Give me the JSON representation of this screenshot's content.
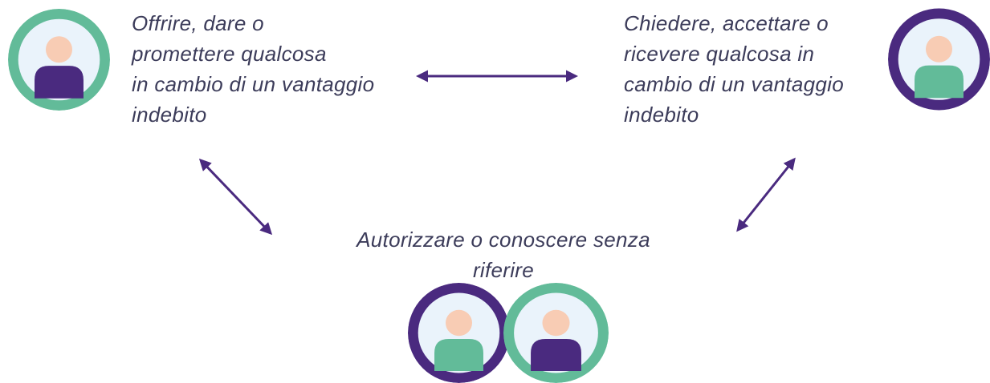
{
  "colors": {
    "purple": "#4a2a7f",
    "green": "#62bb99",
    "skin": "#f8ccb4",
    "avatar_bg": "#eaf3fb",
    "text": "#3c3c5a"
  },
  "icons": {
    "giver": "person-icon",
    "receiver": "person-icon",
    "authorizers": [
      "person-icon",
      "person-icon"
    ]
  },
  "captions": {
    "offer": {
      "lines": [
        "Offrire, dare o",
        "promettere qualcosa",
        "in cambio di un vantaggio",
        "indebito"
      ]
    },
    "request": {
      "lines": [
        "Chiedere, accettare o",
        "ricevere qualcosa in",
        "cambio di un vantaggio",
        "indebito"
      ]
    },
    "authorize": {
      "lines": [
        "Autorizzare o conoscere senza",
        "riferire"
      ]
    }
  }
}
